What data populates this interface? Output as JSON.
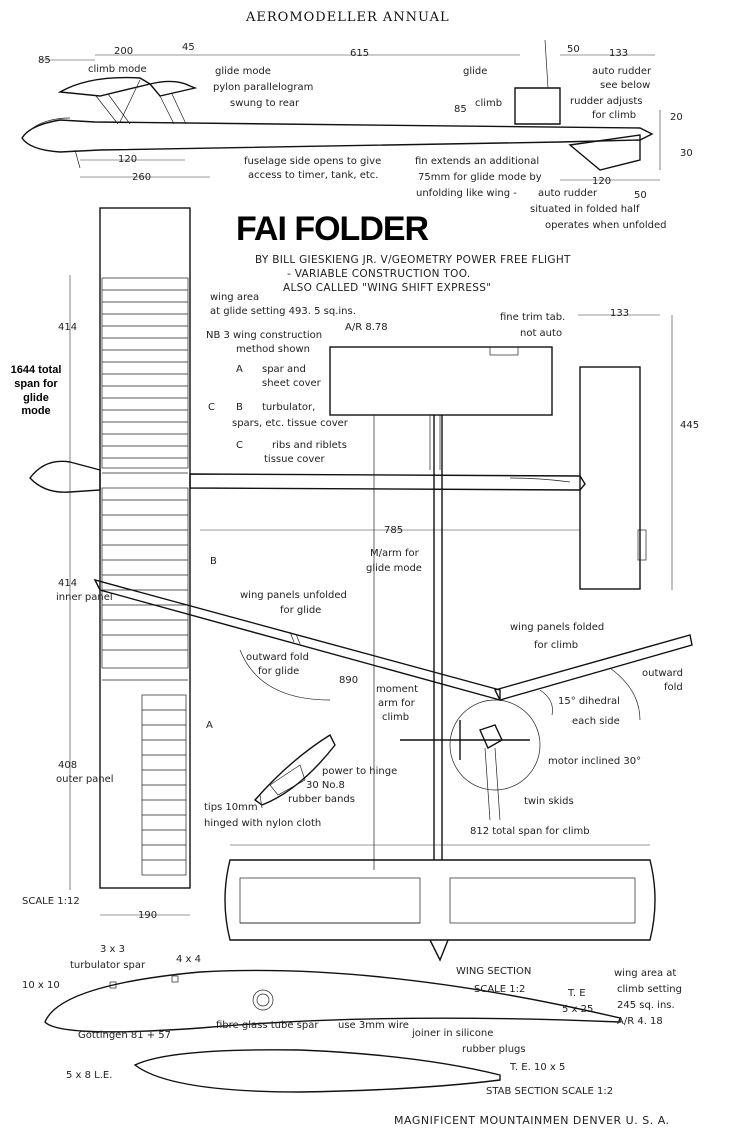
{
  "header": "AEROMODELLER ANNUAL",
  "title": "FAI FOLDER",
  "subtitle_lines": [
    "BY BILL GIESKIENG JR.  V/GEOMETRY     POWER FREE FLIGHT",
    "- VARIABLE CONSTRUCTION TOO.",
    "ALSO CALLED \"WING SHIFT EXPRESS\""
  ],
  "side_view": {
    "dims": [
      "85",
      "200",
      "45",
      "615",
      "50",
      "133",
      "120",
      "260",
      "85",
      "20",
      "30",
      "120",
      "50"
    ],
    "labels": {
      "climb_mode": "climb mode",
      "glide_mode": "glide mode",
      "pylon": "pylon parallelogram",
      "swung": "swung to rear",
      "glide": "glide",
      "climb": "climb",
      "auto_rudder": "auto rudder",
      "see_below": "see below",
      "rudder_adjusts": "rudder adjusts",
      "for_climb": "for climb",
      "fuselage_side": "fuselage side opens to give",
      "access": "access to timer, tank, etc.",
      "fin1": "fin extends an additional",
      "fin2": "75mm for glide mode  by",
      "fin3": "unfolding like wing -",
      "auto_rudder2": "auto rudder",
      "situated": "situated in folded half",
      "operates": "operates when unfolded"
    }
  },
  "plan_view": {
    "dims": [
      "414",
      "414",
      "408",
      "190",
      "785",
      "133",
      "445",
      "890"
    ],
    "span_note": "1644 total span for glide mode",
    "inner_panel": "inner panel",
    "outer_panel": "outer panel",
    "scale": "SCALE 1:12",
    "wing_area1": "wing area",
    "wing_area2": "at glide setting 493. 5 sq.ins.",
    "ar": "A/R 8.78",
    "nb1": "NB  3 wing construction",
    "nb2": "method shown",
    "a_letter": "A",
    "a_text1": "spar and",
    "a_text2": "sheet cover",
    "c_letter": "C",
    "b_letter": "B",
    "b_text1": "turbulator,",
    "b_text2": "spars, etc.  tissue cover",
    "c_text1": "ribs and riblets",
    "c_text2": "tissue cover",
    "b_mark": "B",
    "a_mark": "A",
    "fine_trim1": "fine trim tab.",
    "fine_trim2": "not auto",
    "marm1": "M/arm for",
    "marm2": "glide mode",
    "unfolded1": "wing panels unfolded",
    "unfolded2": "for glide",
    "outward1": "outward fold",
    "outward2": "for glide",
    "moment1": "moment",
    "moment2": "arm for",
    "moment3": "climb",
    "folded1": "wing panels folded",
    "folded2": "for climb",
    "outward_fold1": "outward",
    "outward_fold2": "fold",
    "dihedral1": "15° dihedral",
    "dihedral2": "each side",
    "motor": "motor inclined 30°",
    "power1": "power to hinge",
    "power2": "30 No.8",
    "power3": "rubber bands",
    "tips1": "tips 10mm",
    "tips2": "hinged with nylon cloth",
    "twin": "twin skids",
    "span_climb": "812 total span for climb",
    "wa_climb1": "wing area at",
    "wa_climb2": "climb setting",
    "wa_climb3": "245 sq. ins.",
    "wa_climb4": "A/R 4. 18"
  },
  "sections": {
    "spar": "3 x 3",
    "turb": "turbulator spar",
    "four": "4 x 4",
    "ten": "10 x 10",
    "wing_section1": "WING SECTION",
    "wing_section2": "SCALE 1:2",
    "te1": "T. E",
    "te2": "5 x 25",
    "gottingen": "Gottingen 81 + 57",
    "fibre": "fibre glass tube spar",
    "use": "use 3mm wire",
    "joiner": "joiner in silicone",
    "rubber": "rubber plugs",
    "te_stab": "T. E. 10 x 5",
    "le": "5 x 8 L.E.",
    "stab": "STAB SECTION  SCALE 1:2"
  },
  "footer": "MAGNIFICENT MOUNTAINMEN DENVER    U. S. A."
}
